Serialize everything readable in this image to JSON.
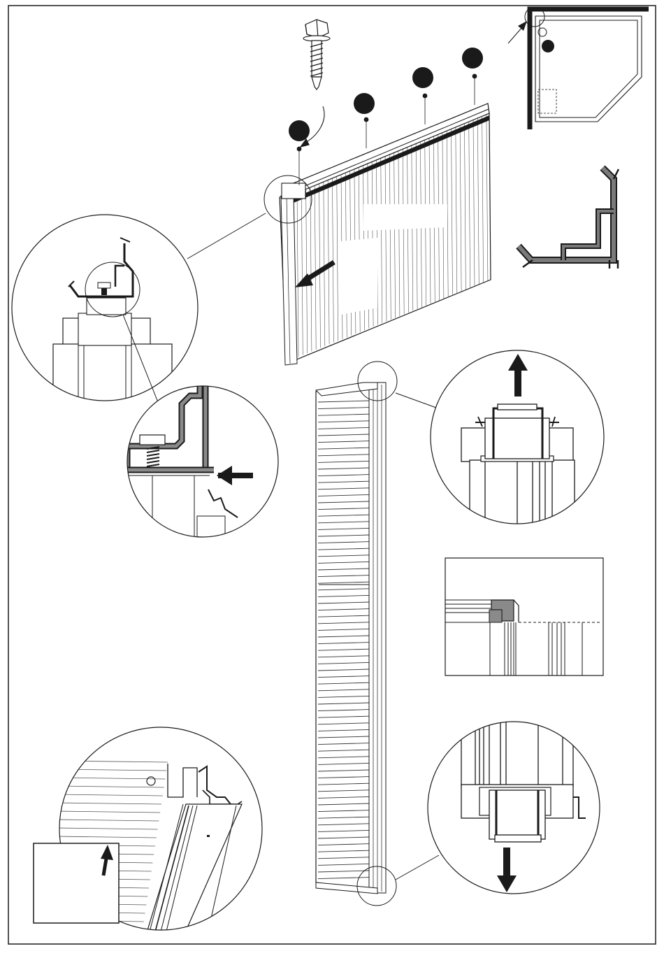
{
  "title": "",
  "colors": {
    "ink": "#1a1a1a",
    "paper": "#ffffff",
    "grey": "#9a9a9a",
    "light": "#d9d9d9"
  },
  "steps": [
    {
      "marker": "step-1-dot"
    },
    {
      "marker": "step-2-dot"
    },
    {
      "marker": "step-3-dot"
    },
    {
      "marker": "step-4-dot"
    }
  ]
}
